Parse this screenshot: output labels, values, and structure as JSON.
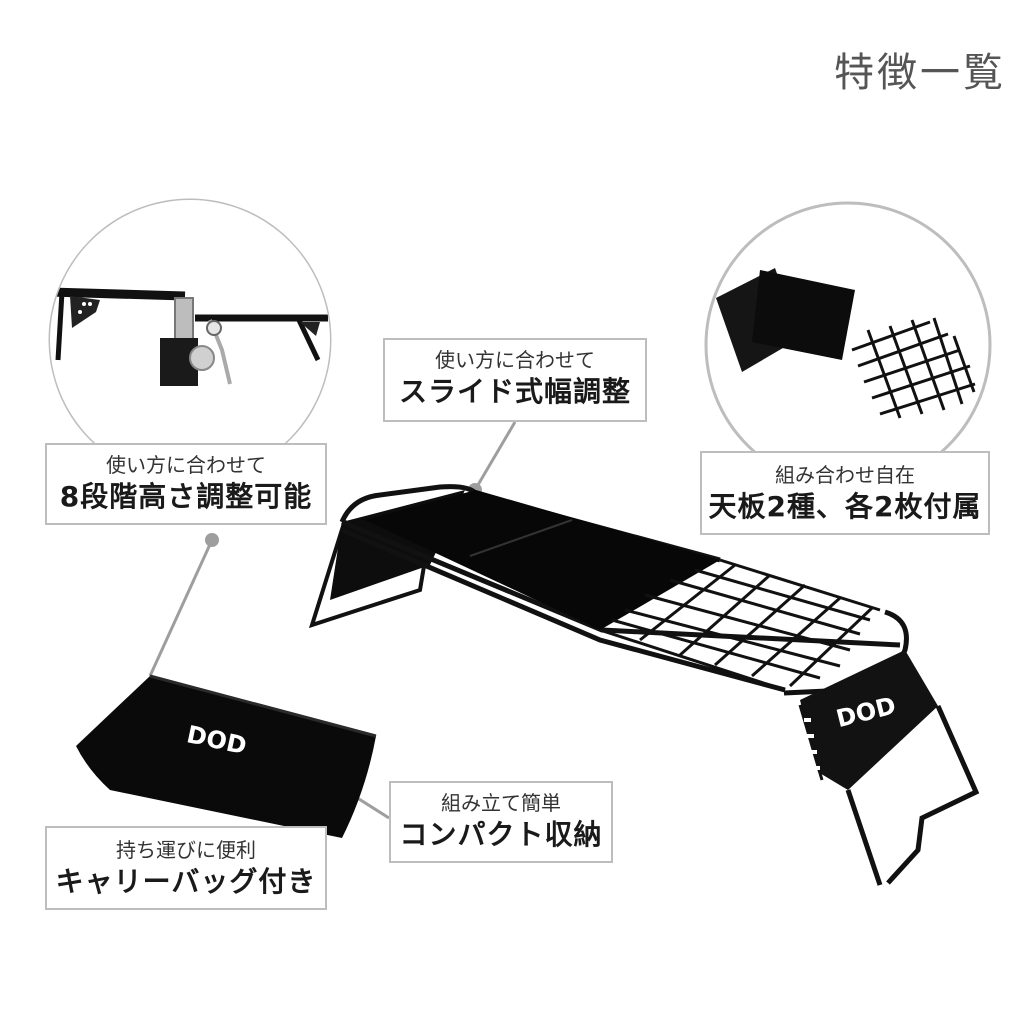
{
  "title": "特徴一覧",
  "features": {
    "slide": {
      "sub": "使い方に合わせて",
      "main": "スライド式幅調整"
    },
    "height": {
      "sub": "使い方に合わせて",
      "main": "8段階高さ調整可能"
    },
    "tops": {
      "sub": "組み合わせ自在",
      "main": "天板2種、各2枚付属"
    },
    "compact": {
      "sub": "組み立て簡単",
      "main": "コンパクト収納"
    },
    "bag": {
      "sub": "持ち運びに便利",
      "main": "キャリーバッグ付き"
    }
  },
  "brand": {
    "logo": "DOD"
  },
  "colors": {
    "frame": "#111111",
    "label_border": "#bdbdbd",
    "leader": "#9e9e9e",
    "title": "#555555"
  }
}
